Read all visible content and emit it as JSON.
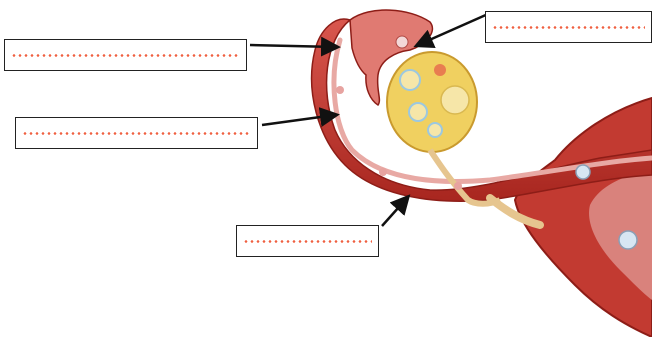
{
  "labels": [
    {
      "id": "label-top-left",
      "text": ""
    },
    {
      "id": "label-top-right",
      "text": ""
    },
    {
      "id": "label-mid-left",
      "text": ""
    },
    {
      "id": "label-bottom",
      "text": ""
    }
  ],
  "colors": {
    "tissue_red": "#c8342c",
    "tissue_dark": "#9b1f1c",
    "tissue_pink": "#e58a86",
    "ovary_yellow": "#f0d060",
    "follicle_cream": "#f6e6a8",
    "dotted_line": "#f06040",
    "arrow": "#111111"
  },
  "icons": [
    "arrow-icon"
  ]
}
